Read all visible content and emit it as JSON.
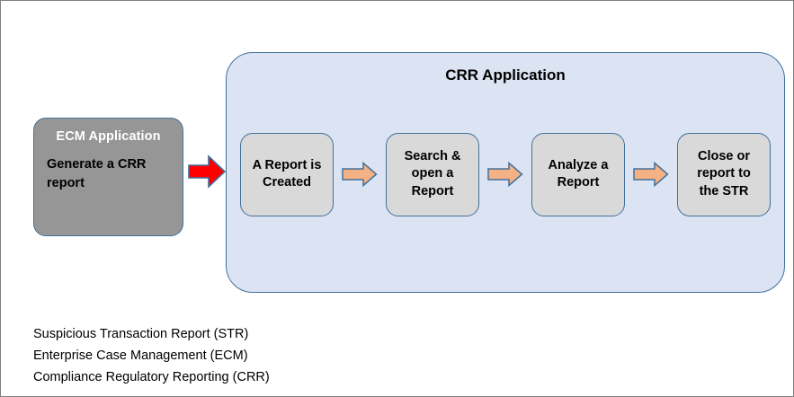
{
  "diagram": {
    "title": "CRR report generation and handling process flow",
    "colors": {
      "page_background": "#FFFFFF",
      "outer_border": "#808080",
      "ecm_box_fill": "#969696",
      "ecm_title_text": "#FFFFFF",
      "crr_container_fill": "#DCE3F2",
      "step_box_fill": "#D9D9D9",
      "shape_border": "#41719C",
      "red_arrow_fill": "#FF0000",
      "orange_arrow_fill": "#F4B183",
      "text": "#000000"
    }
  },
  "source": {
    "title": "ECM Application",
    "body": "Generate a CRR report"
  },
  "connector": {
    "red_arrow_name": "red-right-arrow"
  },
  "container": {
    "title": "CRR Application",
    "steps": [
      {
        "label": "A Report is\nCreated"
      },
      {
        "label": "Search &\nopen a\nReport"
      },
      {
        "label": "Analyze a\nReport"
      },
      {
        "label": "Close or\nreport to\nthe STR"
      }
    ],
    "arrows": [
      {
        "name": "orange-right-arrow-1"
      },
      {
        "name": "orange-right-arrow-2"
      },
      {
        "name": "orange-right-arrow-3"
      }
    ]
  },
  "legend": {
    "lines": [
      "Suspicious Transaction Report (STR)",
      "Enterprise Case Management (ECM)",
      "Compliance Regulatory Reporting (CRR)"
    ]
  }
}
